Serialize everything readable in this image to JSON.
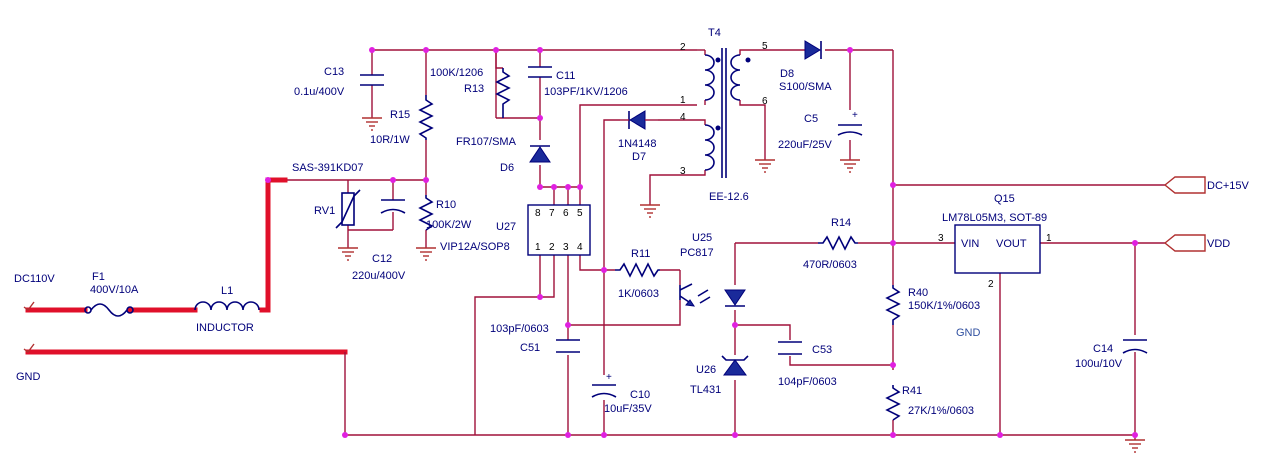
{
  "labels": {
    "dc_input": "DC110V",
    "gnd_input": "GND",
    "f1_ref": "F1",
    "f1_val": "400V/10A",
    "l1_ref": "L1",
    "l1_val": "INDUCTOR",
    "rv1_part": "SAS-391KD07",
    "rv1_ref": "RV1",
    "c12_ref": "C12",
    "c12_val": "220u/400V",
    "c13_ref": "C13",
    "c13_val": "0.1u/400V",
    "r15_ref": "R15",
    "r15_val": "10R/1W",
    "r10_ref": "R10",
    "r10_val": "100K/2W",
    "u27_part": "VIP12A/SOP8",
    "u27_ref": "U27",
    "r13_val": "100K/1206",
    "r13_ref": "R13",
    "c11_ref": "C11",
    "c11_val": "103PF/1KV/1206",
    "d6_part": "FR107/SMA",
    "d6_ref": "D6",
    "t4_ref": "T4",
    "t4_part": "EE-12.6",
    "d7_part": "1N4148",
    "d7_ref": "D7",
    "d8_ref": "D8",
    "d8_part": "S100/SMA",
    "c5_ref": "C5",
    "c5_val": "220uF/25V",
    "u25_ref": "U25",
    "u25_part": "PC817",
    "r11_ref": "R11",
    "r11_val": "1K/0603",
    "r14_ref": "R14",
    "r14_val": "470R/0603",
    "c51_val": "103pF/0603",
    "c51_ref": "C51",
    "c10_ref": "C10",
    "c10_val": "10uF/35V",
    "u26_ref": "U26",
    "u26_part": "TL431",
    "c53_ref": "C53",
    "c53_val": "104pF/0603",
    "q15_ref": "Q15",
    "q15_part": "LM78L05M3, SOT-89",
    "vin": "VIN",
    "vout": "VOUT",
    "gnd_pin": "GND",
    "r40_ref": "R40",
    "r40_val": "150K/1%/0603",
    "r41_ref": "R41",
    "r41_val": "27K/1%/0603",
    "c14_ref": "C14",
    "c14_val": "100u/10V",
    "dc15": "DC+15V",
    "vdd": "VDD"
  },
  "pins": {
    "u27_top": [
      "8",
      "7",
      "6",
      "5"
    ],
    "u27_bottom": [
      "1",
      "2",
      "3",
      "4"
    ],
    "t4_pins": [
      "2",
      "1",
      "4",
      "3",
      "5",
      "6"
    ],
    "q15_pins": [
      "3",
      "1",
      "2"
    ]
  }
}
